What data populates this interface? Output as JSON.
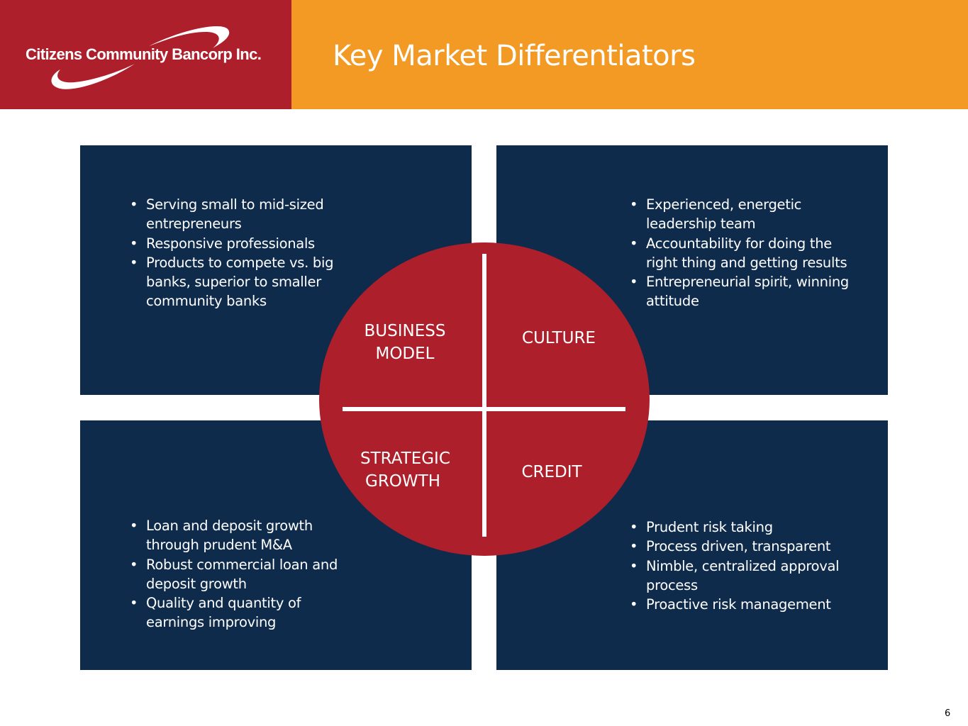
{
  "header": {
    "logo_text": "Citizens Community Bancorp Inc.",
    "title": "Key Market Differentiators"
  },
  "colors": {
    "red": "#ad1f2a",
    "orange": "#f29a24",
    "navy": "#0f2b4c"
  },
  "quadrants": {
    "business_model": {
      "label_line1": "BUSINESS",
      "label_line2": "MODEL",
      "bullets": [
        "Serving small to mid-sized entrepreneurs",
        "Responsive professionals",
        "Products to compete vs. big banks, superior to smaller community banks"
      ]
    },
    "culture": {
      "label_line1": "CULTURE",
      "bullets": [
        "Experienced, energetic leadership team",
        "Accountability for doing the right thing and getting results",
        "Entrepreneurial spirit, winning attitude"
      ]
    },
    "strategic_growth": {
      "label_line1": "STRATEGIC",
      "label_line2": "GROWTH",
      "bullets": [
        "Loan and deposit growth through prudent M&A",
        "Robust commercial loan and deposit growth",
        "Quality and quantity of earnings improving"
      ]
    },
    "credit": {
      "label_line1": "CREDIT",
      "bullets": [
        "Prudent risk taking",
        "Process driven, transparent",
        "Nimble, centralized approval process",
        "Proactive risk management"
      ]
    }
  },
  "page_number": "6"
}
